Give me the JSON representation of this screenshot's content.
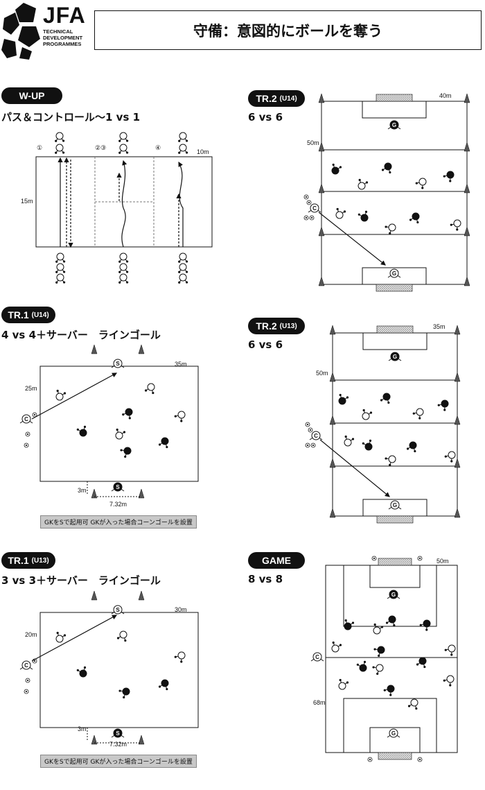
{
  "header": {
    "logo_text": "JFA",
    "logo_sub": [
      "TECHNICAL",
      "DEVELOPMENT",
      "PROGRAMMES"
    ],
    "title": "守備：意図的にボールを奪う"
  },
  "wup": {
    "pill": "W-UP",
    "subtitle": "パス＆コントロール〜1 vs 1",
    "lane_labels": [
      "①",
      "②③",
      "④"
    ],
    "width_label": "10m",
    "length_label": "15m"
  },
  "tr1_u14": {
    "pill": "TR.1",
    "pill_tag": "(U14)",
    "subtitle": "4 vs 4＋サーバー　ラインゴール",
    "width_label": "35m",
    "length_label": "25m",
    "gap_label": "3m",
    "goal_label": "7.32m",
    "note": "GKをSで起用可 GKが入った場合コーンゴールを設置"
  },
  "tr1_u13": {
    "pill": "TR.1",
    "pill_tag": "(U13)",
    "subtitle": "3 vs 3＋サーバー　ラインゴール",
    "width_label": "30m",
    "length_label": "20m",
    "gap_label": "3m",
    "goal_label": "7.32m",
    "note": "GKをSで起用可 GKが入った場合コーンゴールを設置"
  },
  "tr2_u14": {
    "pill": "TR.2",
    "pill_tag": "(U14)",
    "subtitle": "6 vs 6",
    "width_label": "40m",
    "length_label": "50m"
  },
  "tr2_u13": {
    "pill": "TR.2",
    "pill_tag": "(U13)",
    "subtitle": "6 vs 6",
    "width_label": "35m",
    "length_label": "50m"
  },
  "game": {
    "pill": "GAME",
    "subtitle": "8 vs 8",
    "width_label": "50m",
    "length_label": "68m"
  },
  "marker_letters": {
    "gk": "G",
    "server": "S",
    "coach": "C"
  },
  "colors": {
    "ink": "#111111",
    "note_bg": "#c8c8c8",
    "goal_net": "#9a9a9a"
  }
}
